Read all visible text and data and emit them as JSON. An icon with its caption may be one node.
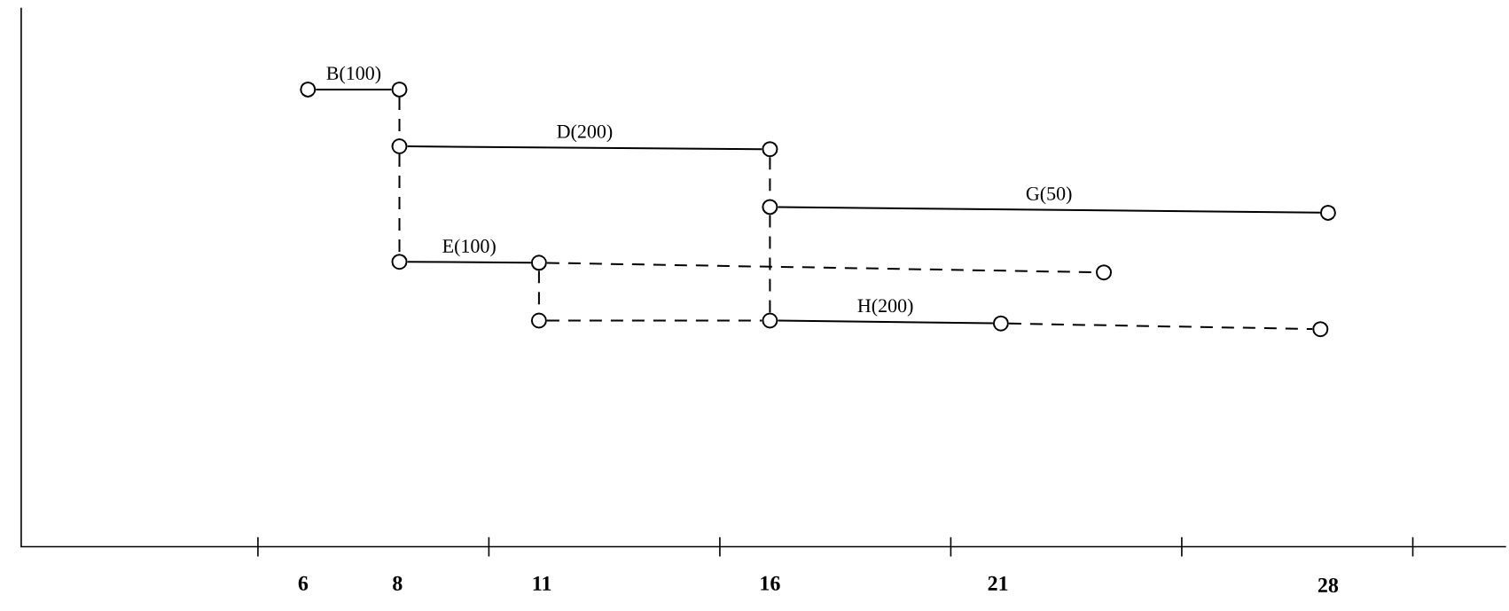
{
  "diagram": {
    "nodes": [
      {
        "text": [],
        "shape": "circle"
      },
      {
        "text": [],
        "shape": "circle"
      },
      {
        "text": [],
        "shape": "circle"
      },
      {
        "text": [],
        "shape": "circle"
      },
      {
        "text": [],
        "shape": "circle"
      },
      {
        "text": [],
        "shape": "circle"
      },
      {
        "text": [],
        "shape": "circle"
      },
      {
        "text": [],
        "shape": "circle"
      },
      {
        "text": [],
        "shape": "circle"
      },
      {
        "text": [],
        "shape": "circle"
      },
      {
        "text": [],
        "shape": "circle"
      },
      {
        "text": [],
        "shape": "circle"
      },
      {
        "text": [],
        "shape": "circle"
      }
    ],
    "edges": [
      {
        "from": 0,
        "to": 1,
        "arrow": "none",
        "label": "B(100)"
      },
      {
        "from": 1,
        "to": 2,
        "arrow": "none",
        "style": "dashed"
      },
      {
        "from": 2,
        "to": 6,
        "arrow": "none",
        "style": "dashed"
      },
      {
        "from": 2,
        "to": 3,
        "arrow": "none",
        "label": "D(200)"
      },
      {
        "from": 3,
        "to": 4,
        "arrow": "none",
        "style": "dashed"
      },
      {
        "from": 4,
        "to": 10,
        "arrow": "none",
        "style": "dashed"
      },
      {
        "from": 4,
        "to": 5,
        "arrow": "none",
        "label": "G(50)"
      },
      {
        "from": 6,
        "to": 7,
        "arrow": "none",
        "label": "E(100)"
      },
      {
        "from": 7,
        "to": 8,
        "arrow": "none",
        "style": "dashed"
      },
      {
        "from": 7,
        "to": 9,
        "arrow": "none",
        "style": "dashed"
      },
      {
        "from": 9,
        "to": 10,
        "arrow": "none",
        "style": "dashed"
      },
      {
        "from": 10,
        "to": 11,
        "arrow": "none",
        "label": "H(200)"
      },
      {
        "from": 11,
        "to": 12,
        "arrow": "none",
        "style": "dashed"
      }
    ],
    "labels": [
      "6",
      "8",
      "11",
      "16",
      "21",
      "28"
    ]
  }
}
